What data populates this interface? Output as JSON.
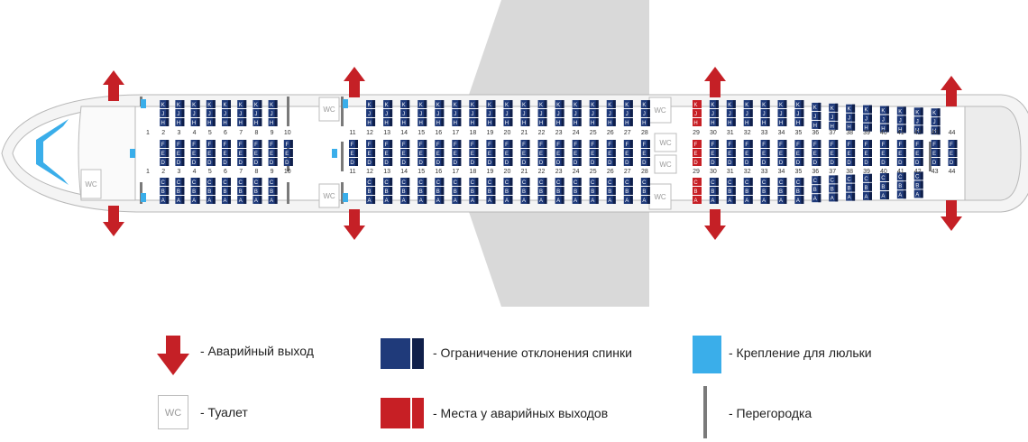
{
  "colors": {
    "seat": "#1f3a7a",
    "seat_dark": "#0f1f4a",
    "seat_text": "#ffffff",
    "exit_seat": "#c71f25",
    "bassinet": "#3aaeea",
    "exit_arrow": "#c52026",
    "fuselage_stroke": "#b8b8b8",
    "fuselage_fill": "#ececec",
    "wing": "#d9d9d9",
    "partition": "#7a7a7a",
    "wc_stroke": "#bdbdbd",
    "wc_text": "#999999"
  },
  "wc_label": "WC",
  "seat_letters": {
    "upper": [
      "K",
      "J",
      "H"
    ],
    "center": [
      "F",
      "E",
      "D"
    ],
    "lower": [
      "C",
      "B",
      "A"
    ]
  },
  "rows": {
    "zone1": [
      "1",
      "2",
      "3",
      "4",
      "5",
      "6",
      "7",
      "8",
      "9",
      "10"
    ],
    "zone2": [
      "11",
      "12",
      "13",
      "14",
      "15",
      "16",
      "17",
      "18",
      "19",
      "20",
      "21",
      "22",
      "23",
      "24",
      "25",
      "26",
      "27",
      "28"
    ],
    "zone3": [
      "29",
      "30",
      "31",
      "32",
      "33",
      "34",
      "35",
      "36",
      "37",
      "38",
      "39",
      "40",
      "41",
      "42",
      "43",
      "44"
    ]
  },
  "exit_rows": [
    "29"
  ],
  "legend": {
    "exit": "- Аварийный выход",
    "restricted": "- Ограничение отклонения спинки",
    "bassinet": "- Крепление для люльки",
    "toilet": "- Туалет",
    "exit_seats": "- Места у аварийных выходов",
    "partition": "- Перегородка",
    "icons": [
      "exit-arrow-icon",
      "restricted-seat-icon",
      "bassinet-icon",
      "toilet-icon",
      "exit-seat-icon",
      "partition-icon"
    ]
  }
}
